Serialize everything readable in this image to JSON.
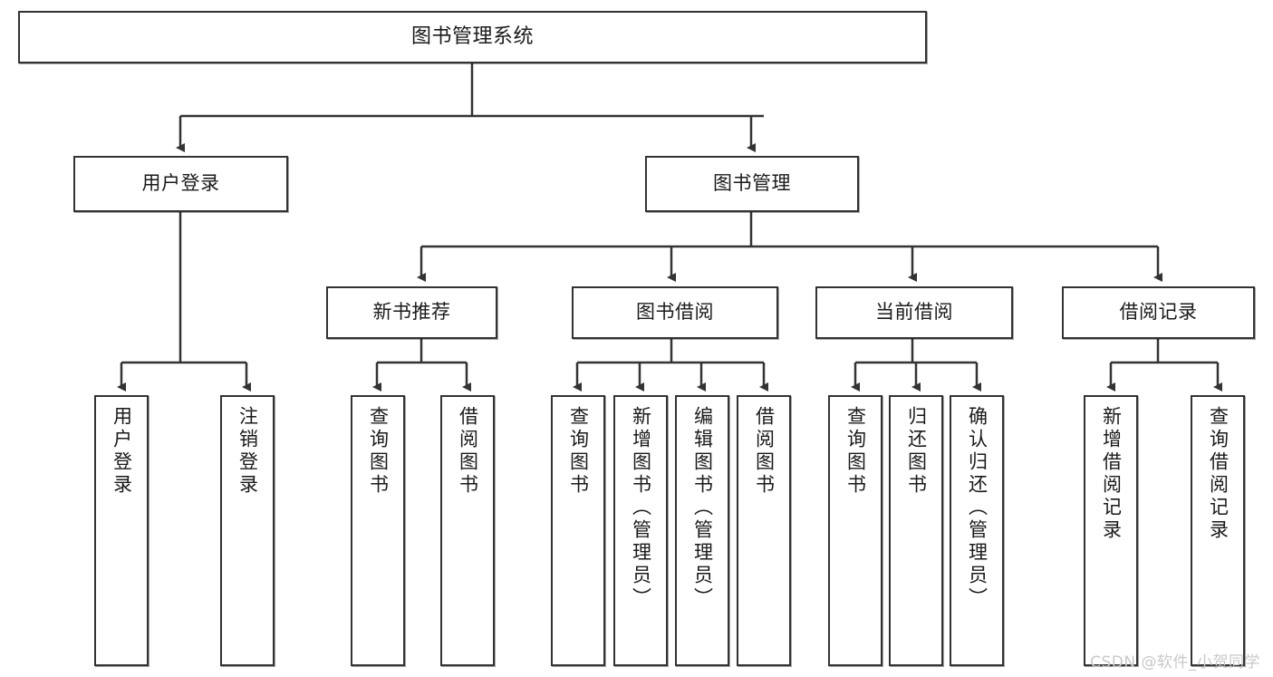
{
  "diagram": {
    "title": "图书管理系统",
    "type": "tree-hierarchy-chart",
    "root": {
      "label": "图书管理系统"
    },
    "level1": [
      {
        "label": "用户登录"
      },
      {
        "label": "图书管理"
      }
    ],
    "level2": [
      {
        "label": "新书推荐"
      },
      {
        "label": "图书借阅"
      },
      {
        "label": "当前借阅"
      },
      {
        "label": "借阅记录"
      }
    ],
    "leaves": {
      "user_login": [
        {
          "label": "用户登录"
        },
        {
          "label": "注销登录"
        }
      ],
      "new_book_recommend": [
        {
          "label": "查询图书"
        },
        {
          "label": "借阅图书"
        }
      ],
      "book_borrow": [
        {
          "label": "查询图书"
        },
        {
          "label": "新增图书（管理员）"
        },
        {
          "label": "编辑图书（管理员）"
        },
        {
          "label": "借阅图书"
        }
      ],
      "current_borrow": [
        {
          "label": "查询图书"
        },
        {
          "label": "归还图书"
        },
        {
          "label": "确认归还（管理员）"
        }
      ],
      "borrow_records": [
        {
          "label": "新增借阅记录"
        },
        {
          "label": "查询借阅记录"
        }
      ]
    }
  },
  "watermark": {
    "text": "CSDN @软件_小贺同学"
  },
  "colors": {
    "border": "#333333",
    "background": "#ffffff",
    "text": "#1a1a1a",
    "watermark": "#c9c9c9"
  }
}
